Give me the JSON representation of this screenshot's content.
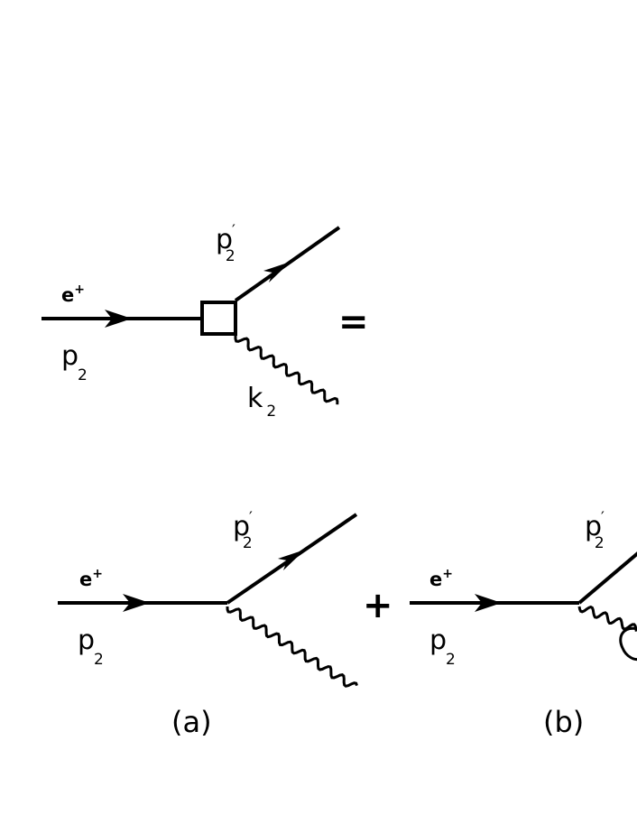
{
  "diagrams": {
    "top": {
      "incoming_particle": "e",
      "incoming_charge": "+",
      "incoming_momentum": "p",
      "incoming_momentum_sub": "2",
      "outgoing_momentum": "p",
      "outgoing_momentum_prime": "′",
      "outgoing_momentum_sub": "2",
      "photon_momentum": "k",
      "photon_momentum_sub": "2",
      "operator": "="
    },
    "a": {
      "incoming_particle": "e",
      "incoming_charge": "+",
      "incoming_momentum": "p",
      "incoming_momentum_sub": "2",
      "outgoing_momentum": "p",
      "outgoing_momentum_prime": "′",
      "outgoing_momentum_sub": "2",
      "caption": "(a)"
    },
    "plus": "+",
    "b": {
      "incoming_particle": "e",
      "incoming_charge": "+",
      "incoming_momentum": "p",
      "incoming_momentum_sub": "2",
      "outgoing_momentum": "p",
      "outgoing_momentum_prime": "′",
      "outgoing_momentum_sub": "2",
      "caption": "(b)"
    }
  }
}
